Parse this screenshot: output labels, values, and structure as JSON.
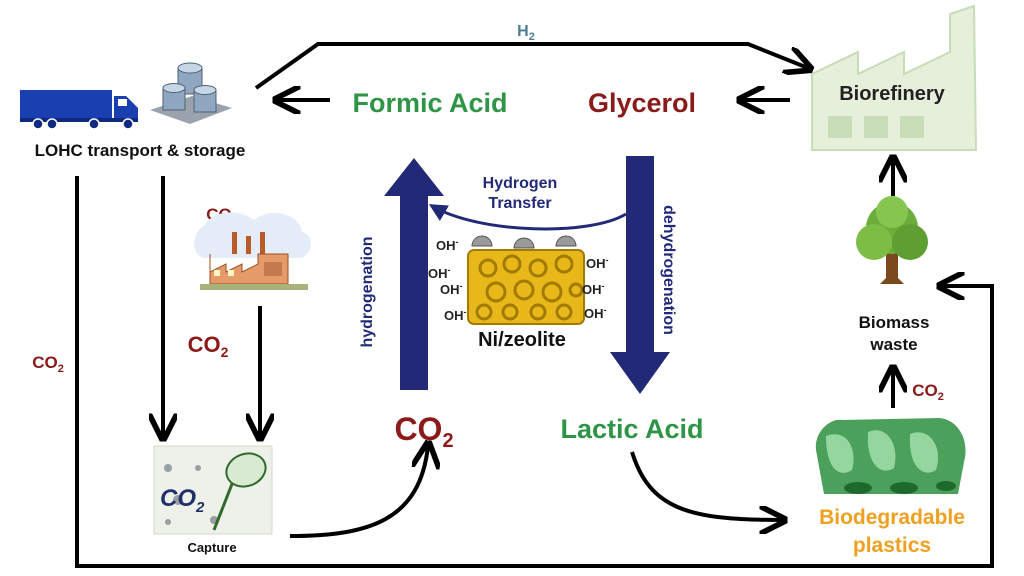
{
  "labels": {
    "h2": "H",
    "h2_sub": "2",
    "lohc": "LOHC transport & storage",
    "formic_acid": "Formic Acid",
    "glycerol": "Glycerol",
    "biorefinery": "Biorefinery",
    "hydrogen_transfer_line1": "Hydrogen",
    "hydrogen_transfer_line2": "Transfer",
    "hydrogenation": "hydrogenation",
    "dehydrogenation": "dehydrogenation",
    "catalyst": "Ni/zeolite",
    "oh": "OH",
    "oh_sup": "-",
    "co2_main": "CO",
    "co2_sub": "2",
    "lactic_acid": "Lactic Acid",
    "biomass_line1": "Biomass",
    "biomass_line2": "waste",
    "biodegradable_line1": "Biodegradable",
    "biodegradable_line2": "plastics",
    "capture": "Capture",
    "capture_logo": "CO",
    "capture_logo_sub": "2"
  },
  "colors": {
    "green": "#2e9446",
    "dark_red": "#8b1a1a",
    "navy": "#222a78",
    "orange": "#f0a020",
    "teal": "#4a7f90",
    "truck_blue": "#1a3fb0"
  },
  "icons": [
    "truck-icon",
    "storage-tanks-icon",
    "factory-icon",
    "biorefinery-icon",
    "tree-icon",
    "plastic-bottles-icon",
    "capture-net-icon",
    "zeolite-catalyst-icon"
  ]
}
